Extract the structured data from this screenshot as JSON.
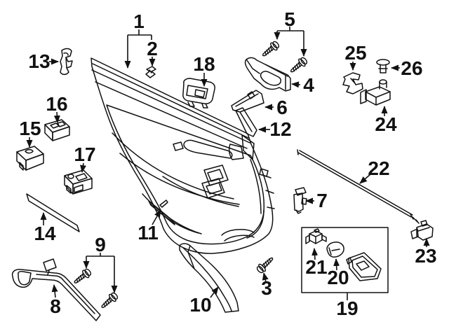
{
  "diagram": {
    "background": "#ffffff",
    "ink": "#111111",
    "description_visible_text_only": "numbered exploded parts diagram",
    "callouts": [
      {
        "label": "1"
      },
      {
        "label": "2"
      },
      {
        "label": "3"
      },
      {
        "label": "4"
      },
      {
        "label": "5"
      },
      {
        "label": "6"
      },
      {
        "label": "7"
      },
      {
        "label": "8"
      },
      {
        "label": "9"
      },
      {
        "label": "10"
      },
      {
        "label": "11"
      },
      {
        "label": "12"
      },
      {
        "label": "13"
      },
      {
        "label": "14"
      },
      {
        "label": "15"
      },
      {
        "label": "16"
      },
      {
        "label": "17"
      },
      {
        "label": "18"
      },
      {
        "label": "19"
      },
      {
        "label": "20"
      },
      {
        "label": "21"
      },
      {
        "label": "22"
      },
      {
        "label": "23"
      },
      {
        "label": "24"
      },
      {
        "label": "25"
      },
      {
        "label": "26"
      }
    ]
  }
}
